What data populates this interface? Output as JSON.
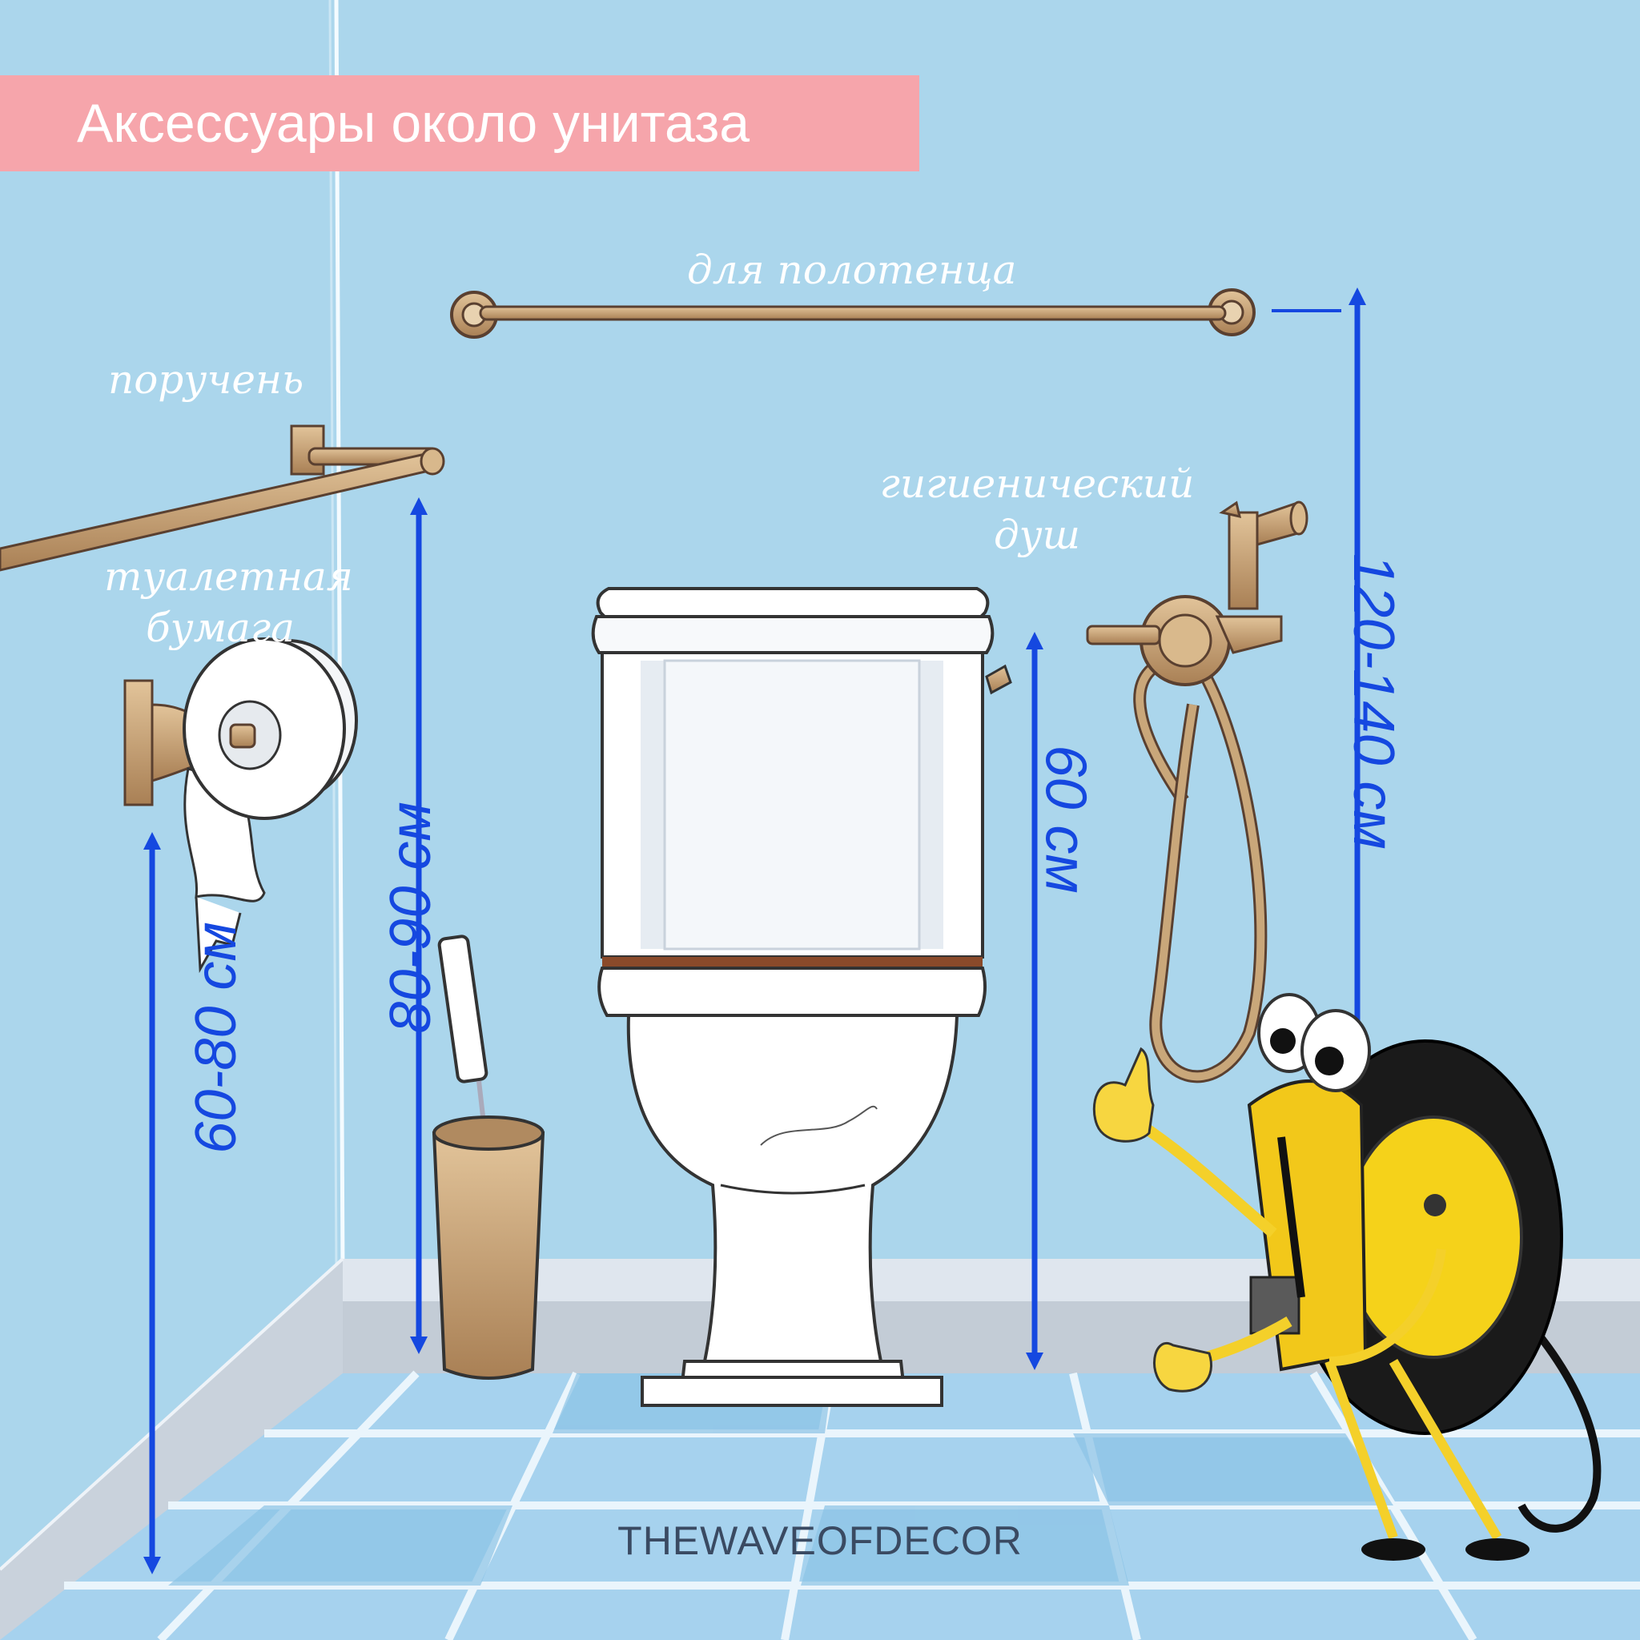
{
  "title": "Аксессуары около унитаза",
  "labels": {
    "towel": "для полотенца",
    "handrail": "поручень",
    "toilet_paper_line1": "туалетная",
    "toilet_paper_line2": "бумага",
    "shower_line1": "гигиенический",
    "shower_line2": "душ"
  },
  "dimensions": {
    "paper_height": "60-80 см",
    "handrail_height": "80-90 см",
    "shower_height": "60 см",
    "towel_height": "120-140 см"
  },
  "brand": "THEWAVEOFDECOR",
  "colors": {
    "wall": "#abd6ec",
    "floor_tile": "#8fc8ea",
    "accent_banner": "#f6a5ab",
    "dimension_arrows": "#1548e0",
    "fixtures_gold": "#c9a77a",
    "text_label": "#ffffff"
  },
  "icons": [
    "towel-bar-icon",
    "handrail-icon",
    "toilet-paper-holder-icon",
    "toilet-brush-icon",
    "toilet-icon",
    "hygienic-shower-icon",
    "tape-measure-mascot-icon"
  ]
}
